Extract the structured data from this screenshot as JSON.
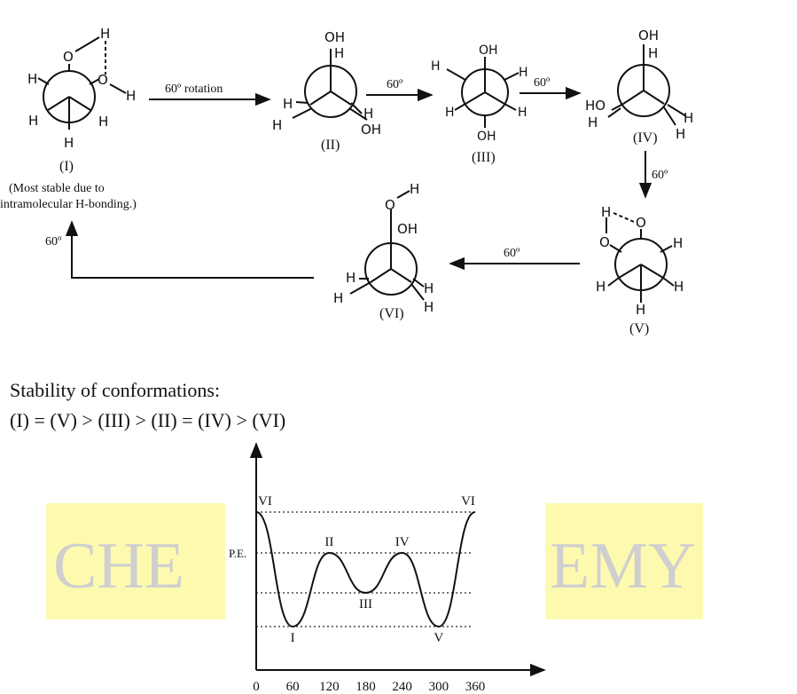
{
  "conformations": [
    {
      "id": "I",
      "label": "(I)",
      "sub_o": "O",
      "sub_h1": "H",
      "sub_oh": "O",
      "sub_h2": "H"
    },
    {
      "id": "II",
      "label": "(II)"
    },
    {
      "id": "III",
      "label": "(III)"
    },
    {
      "id": "IV",
      "label": "(IV)"
    },
    {
      "id": "V",
      "label": "(V)"
    },
    {
      "id": "VI",
      "label": "(VI)"
    }
  ],
  "atoms": {
    "H": "H",
    "O": "O",
    "OH": "OH",
    "HO": "HO"
  },
  "note_line1": "(Most stable due to",
  "note_line2": "intramolecular H-bonding.)",
  "arrows": {
    "a1": "60º rotation",
    "a2": "60º",
    "a3": "60º",
    "a4": "60º",
    "a5": "60º",
    "a6": "60º"
  },
  "stability": {
    "heading": "Stability of conformations:",
    "order": "(I) = (V) > (III) > (II) = (IV) > (VI)"
  },
  "watermark": {
    "left": "CHE",
    "right": "EMY",
    "color": "#fdfab0"
  },
  "chart_data": {
    "type": "line",
    "ylabel": "P.E.",
    "x_ticks": [
      "0",
      "60",
      "120",
      "180",
      "240",
      "300",
      "360"
    ],
    "x": [
      0,
      60,
      120,
      180,
      240,
      300,
      360
    ],
    "point_labels": [
      {
        "x": 0,
        "label": "VI"
      },
      {
        "x": 60,
        "label": "I"
      },
      {
        "x": 120,
        "label": "II"
      },
      {
        "x": 180,
        "label": "III"
      },
      {
        "x": 240,
        "label": "IV"
      },
      {
        "x": 300,
        "label": "V"
      },
      {
        "x": 360,
        "label": "VI"
      }
    ],
    "relative_levels": {
      "VI": 4,
      "II": 3,
      "IV": 3,
      "III": 2,
      "I": 1,
      "V": 1
    },
    "gridlines": "dotted"
  }
}
